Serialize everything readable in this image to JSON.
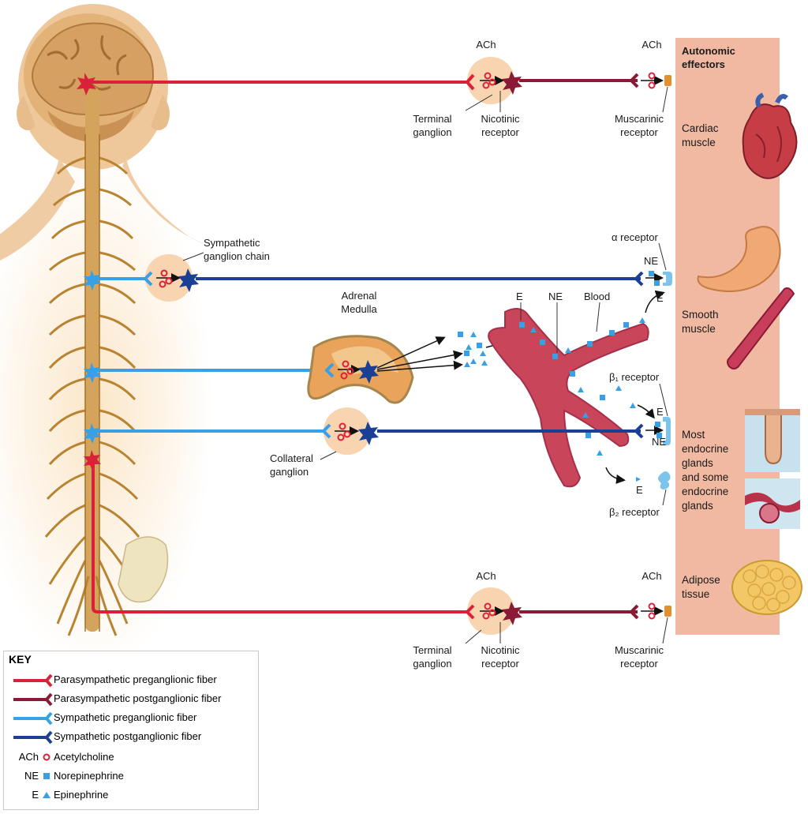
{
  "effectors_panel": {
    "title_line1": "Autonomic",
    "title_line2": "effectors",
    "color": "#f2b9a2"
  },
  "neurotransmitters": {
    "ach": "ACh",
    "ne": "NE",
    "e": "E"
  },
  "labels": {
    "terminal_ganglion_line1": "Terminal",
    "terminal_ganglion_line2": "ganglion",
    "nicotinic_line1": "Nicotinic",
    "nicotinic_line2": "receptor",
    "muscarinic_line1": "Muscarinic",
    "muscarinic_line2": "receptor",
    "sympathetic_chain_line1": "Sympathetic",
    "sympathetic_chain_line2": "ganglion chain",
    "adrenal_line1": "Adrenal",
    "adrenal_line2": "Medulla",
    "collateral_line1": "Collateral",
    "collateral_line2": "ganglion",
    "blood": "Blood",
    "alpha_receptor": "α receptor",
    "beta1_receptor": "β₁ receptor",
    "beta2_receptor": "β₂ receptor"
  },
  "effectors": {
    "cardiac": [
      "Cardiac",
      "muscle"
    ],
    "smooth": [
      "Smooth",
      "muscle"
    ],
    "glands": [
      "Most",
      "endocrine",
      "glands",
      "and some",
      "endocrine",
      "glands"
    ],
    "adipose": [
      "Adipose",
      "tissue"
    ]
  },
  "key": {
    "title": "KEY",
    "fibers": [
      {
        "label": "Parasympathetic preganglionic fiber",
        "color": "#d9213a"
      },
      {
        "label": "Parasympathetic postganglionic fiber",
        "color": "#8a1a35"
      },
      {
        "label": "Sympathetic preganglionic fiber",
        "color": "#3aa0e6"
      },
      {
        "label": "Sympathetic postganglionic fiber",
        "color": "#1b3f94"
      }
    ],
    "chemicals": [
      {
        "abbr": "ACh",
        "label": "Acetylcholine",
        "symbol": "red-circle"
      },
      {
        "abbr": "NE",
        "label": "Norepinephrine",
        "symbol": "blue-square"
      },
      {
        "abbr": "E",
        "label": "Epinephrine",
        "symbol": "blue-triangle"
      }
    ]
  },
  "colors": {
    "para_pre": "#d9213a",
    "para_post": "#8a1a35",
    "symp_pre": "#3aa0e6",
    "symp_post": "#1b3f94",
    "ganglion": "#f8d5b0",
    "vessel": "#c9455a",
    "spine": "#c28a3a"
  }
}
